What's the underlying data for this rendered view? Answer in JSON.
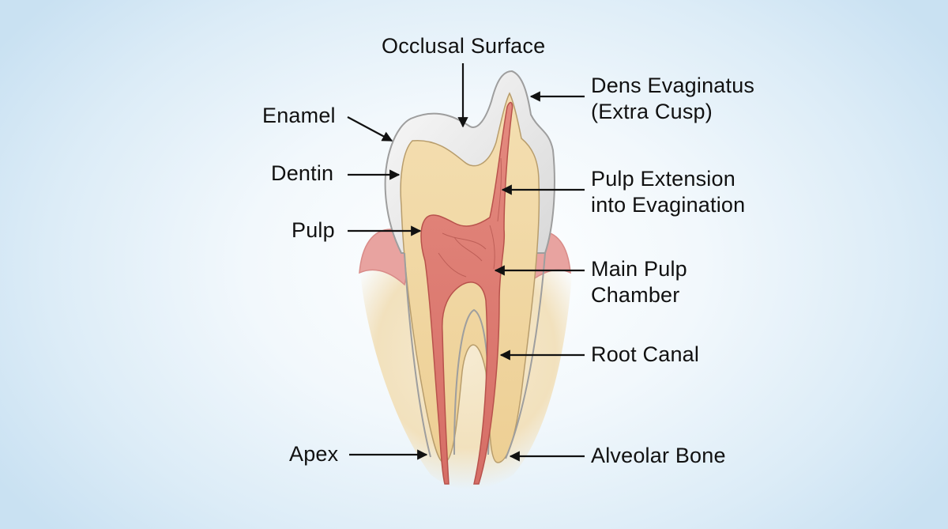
{
  "labels": {
    "occlusal_surface": "Occlusal Surface",
    "enamel": "Enamel",
    "dentin": "Dentin",
    "pulp": "Pulp",
    "apex": "Apex",
    "dens_evaginatus": {
      "line1": "Dens Evaginatus",
      "line2": "(Extra Cusp)"
    },
    "pulp_extension": {
      "line1": "Pulp Extension",
      "line2": "into Evagination"
    },
    "main_pulp_chamber": {
      "line1": "Main Pulp",
      "line2": "Chamber"
    },
    "root_canal": "Root Canal",
    "alveolar_bone": "Alveolar Bone"
  },
  "colors": {
    "background_center": "#ffffff",
    "background_edge": "#c9e1f2",
    "enamel": "#eeeeee",
    "dentin": "#f1d9a8",
    "pulp": "#e07c74",
    "gum": "#e69a9a",
    "bone": "#f2e3c2",
    "arrow": "#111111"
  }
}
